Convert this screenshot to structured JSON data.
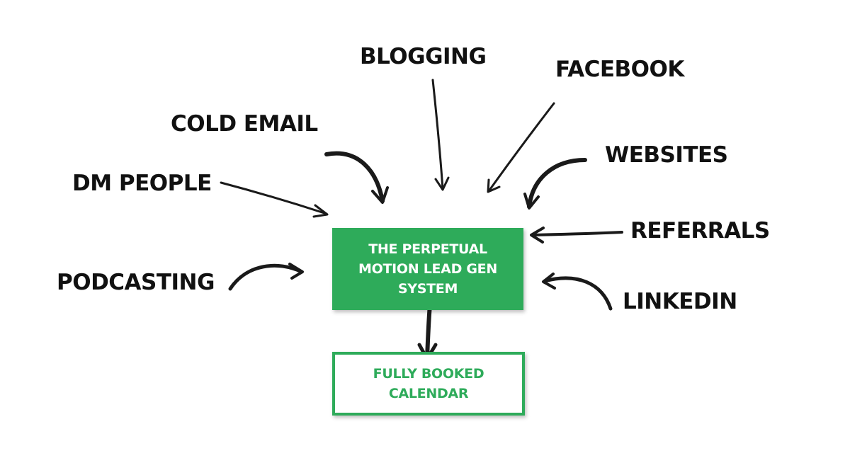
{
  "diagram": {
    "sources": [
      {
        "id": "blogging",
        "label": "BLOGGING"
      },
      {
        "id": "facebook",
        "label": "FACEBOOK"
      },
      {
        "id": "cold-email",
        "label": "COLD EMAIL"
      },
      {
        "id": "websites",
        "label": "WEBSITES"
      },
      {
        "id": "dm-people",
        "label": "DM PEOPLE"
      },
      {
        "id": "referrals",
        "label": "REFERRALS"
      },
      {
        "id": "podcasting",
        "label": "PODCASTING"
      },
      {
        "id": "linkedin",
        "label": "LINKEDIN"
      }
    ],
    "system": {
      "label": "THE PERPETUAL MOTION LEAD GEN SYSTEM"
    },
    "result": {
      "label": "FULLY BOOKED CALENDAR"
    }
  },
  "colors": {
    "accent": "#2eab5a",
    "text": "#111111",
    "background": "#ffffff"
  }
}
